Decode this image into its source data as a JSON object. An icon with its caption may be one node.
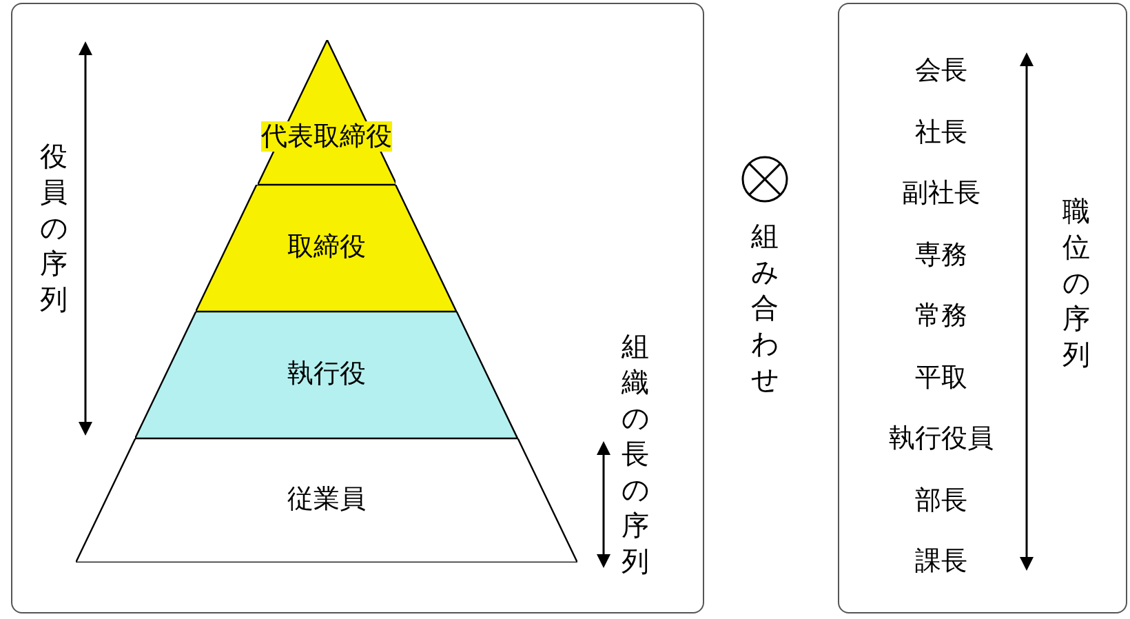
{
  "diagram": {
    "nodes": [
      {
        "text": [],
        "shape": "box"
      },
      {
        "text": [
          "代表取締役"
        ],
        "in": 0
      },
      {
        "text": [
          "取締役"
        ],
        "in": 0
      },
      {
        "text": [
          "執行役"
        ],
        "in": 0
      },
      {
        "text": [
          "従業員"
        ],
        "in": 0
      },
      {
        "text": [],
        "shape": "box"
      }
    ],
    "edges": [],
    "labels": [
      "役員の序列",
      "組織の長の序列",
      "組み合わせ",
      "会長",
      "社長",
      "副社長",
      "専務",
      "常務",
      "平取",
      "執行役員",
      "部長",
      "課長",
      "職位の序列"
    ]
  }
}
